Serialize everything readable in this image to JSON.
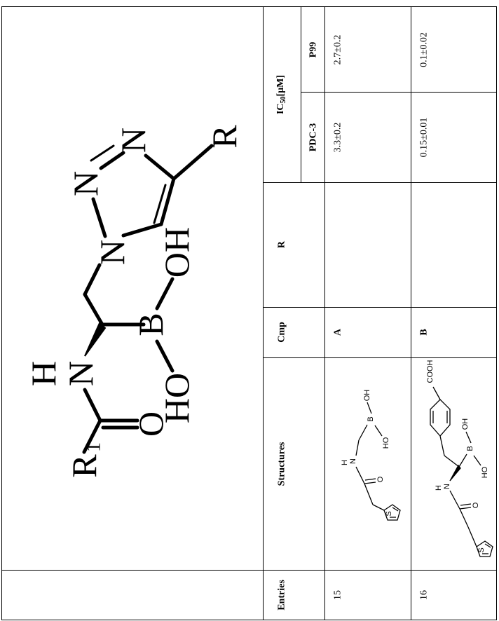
{
  "scaffold": {
    "atoms": {
      "r1": "R",
      "r1_sub": "1",
      "o_carbonyl": "O",
      "n_amide": "N",
      "h_amide": "H",
      "b": "B",
      "ho": "HO",
      "oh": "OH",
      "n1": "N",
      "n2": "N",
      "n3": "N",
      "r": "R"
    }
  },
  "table": {
    "headers": {
      "entries": "Entries",
      "structures": "Structures",
      "cmp": "Cmp",
      "r": "R",
      "ic50_main": "IC",
      "ic50_sub": "50",
      "ic50_unit": "[μM]",
      "pdc3": "PDC-3",
      "p99": "P99"
    },
    "rows": [
      {
        "entry": "15",
        "cmp": "A",
        "r": "",
        "pdc3": "3.3±0.2",
        "p99": "2.7±0.2",
        "structure_labels": {
          "s": "S",
          "h": "H",
          "n": "N",
          "o": "O",
          "b": "B",
          "ho": "HO",
          "oh": "OH"
        }
      },
      {
        "entry": "16",
        "cmp": "B",
        "r": "",
        "pdc3": "0.15±0.01",
        "p99": "0.1±0.02",
        "structure_labels": {
          "s": "S",
          "h": "H",
          "n": "N",
          "o": "O",
          "b": "B",
          "ho": "HO",
          "oh": "OH",
          "cooh": "COOH"
        }
      }
    ]
  }
}
